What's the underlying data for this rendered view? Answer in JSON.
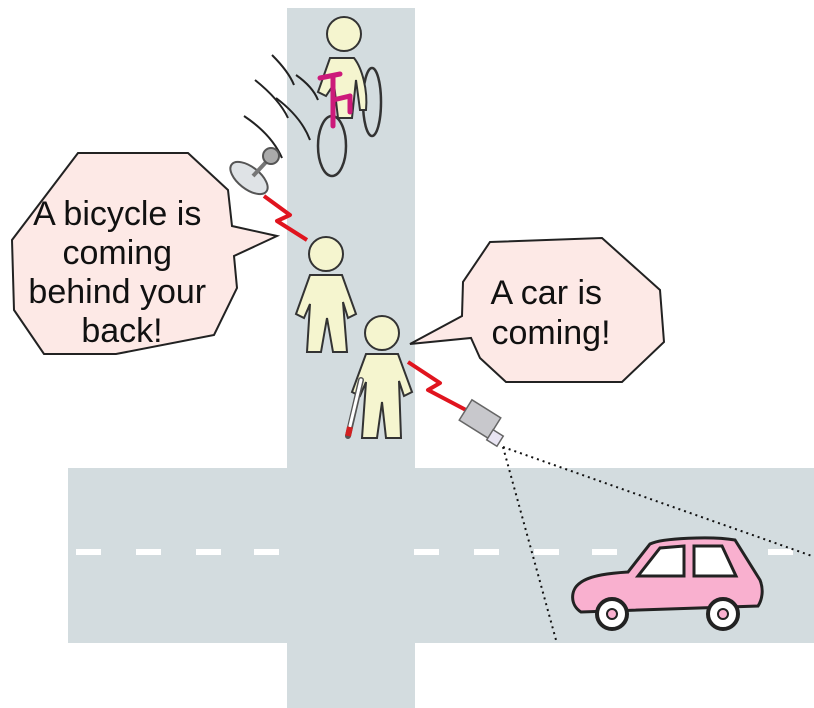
{
  "bubbles": {
    "bicycle": {
      "lines": [
        "A bicycle is",
        "coming",
        "behind your",
        "back!"
      ]
    },
    "car": {
      "lines": [
        "A car is",
        "coming!"
      ]
    }
  },
  "colors": {
    "road": "#d3dcdf",
    "lane_marking": "#ffffff",
    "bubble_fill": "#fde9e6",
    "bubble_stroke": "#222222",
    "person_fill": "#f5f5cf",
    "person_stroke": "#333333",
    "bicycle_frame": "#cc1a7a",
    "signal": "#e0141e",
    "car_body": "#f9b0cf",
    "camera_body": "#c8c8cc",
    "cane_tip": "#d22020"
  },
  "icons": {
    "pedestrian_1": "pedestrian-icon",
    "pedestrian_2": "blind-pedestrian-with-cane-icon",
    "cyclist": "cyclist-icon",
    "microphone": "microphone-sensor-icon",
    "camera": "camera-sensor-icon",
    "car": "car-icon"
  }
}
